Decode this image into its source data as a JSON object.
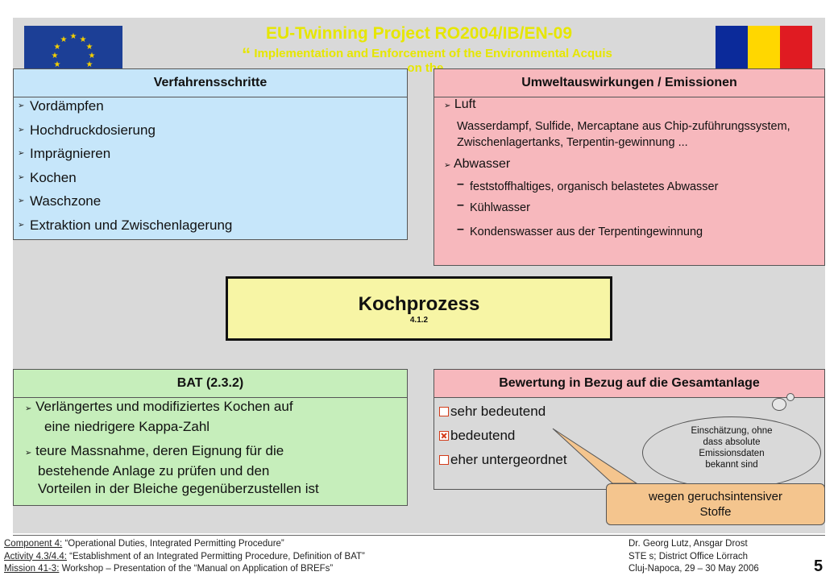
{
  "header": {
    "project_title": "EU-Twinning  Project  RO2004/IB/EN-09",
    "quote_mark": "“",
    "subtitle_line1": "Implementation and Enforcement of the Environmental Acquis",
    "subtitle_line2": "…on the …",
    "colors": {
      "title": "#e6e600",
      "eu_blue": "#1c3f96",
      "eu_star": "#f5d000",
      "ro_blue": "#0b2a9a",
      "ro_yellow": "#ffd700",
      "ro_red": "#e01b22"
    }
  },
  "left_top": {
    "heading": "Verfahrensschritte",
    "items": [
      "Vordämpfen",
      "Hochdruckdosierung",
      "Imprägnieren",
      "Kochen",
      "Waschzone",
      "Extraktion und Zwischenlagerung"
    ]
  },
  "right_top": {
    "heading": "Umweltauswirkungen / Emissionen",
    "luft_label": "Luft",
    "luft_text": "Wasserdampf, Sulfide, Mercaptane aus Chip-zuführungssystem, Zwischenlagertanks, Terpentin-gewinnung ...",
    "abwasser_label": "Abwasser",
    "abwasser_items": [
      "feststoffhaltiges, organisch belastetes Abwasser",
      "Kühlwasser",
      "Kondenswasser aus der Terpentingewinnung"
    ]
  },
  "center": {
    "title": "Kochprozess",
    "number": "4.1.2"
  },
  "left_bottom": {
    "heading": "BAT (2.3.2)",
    "items": [
      [
        "Verlängertes und modifiziertes Kochen auf",
        "eine niedrigere Kappa-Zahl"
      ],
      [
        "teure Massnahme, deren Eignung für die",
        "bestehende Anlage zu prüfen und den",
        "Vorteilen in der Bleiche gegenüberzustellen ist"
      ]
    ]
  },
  "right_bottom": {
    "heading": "Bewertung in Bezug auf die Gesamtanlage",
    "options": [
      {
        "label": "sehr bedeutend",
        "checked": false
      },
      {
        "label": "bedeutend",
        "checked": true
      },
      {
        "label": "eher untergeordnet",
        "checked": false
      }
    ]
  },
  "cloud_note": [
    "Einschätzung, ohne",
    "dass absolute",
    "Emissionsdaten",
    "bekannt sind"
  ],
  "callout": [
    "wegen geruchsintensiver",
    "Stoffe"
  ],
  "footer": {
    "left": [
      {
        "label": "Component 4:",
        "text": " “Operational Duties, Integrated Permitting Procedure”"
      },
      {
        "label": "Activity 4.3/4.4:",
        "text": " “Establishment of an Integrated Permitting Procedure, Definition of BAT”"
      },
      {
        "label": "Mission 41-3:",
        "text": " Workshop – Presentation of the “Manual on Application of BREFs”"
      }
    ],
    "right": [
      "Dr. Georg Lutz, Ansgar Drost",
      "STE s; District Office Lörrach",
      "Cluj-Napoca, 29 – 30 May 2006"
    ],
    "page": "5"
  }
}
